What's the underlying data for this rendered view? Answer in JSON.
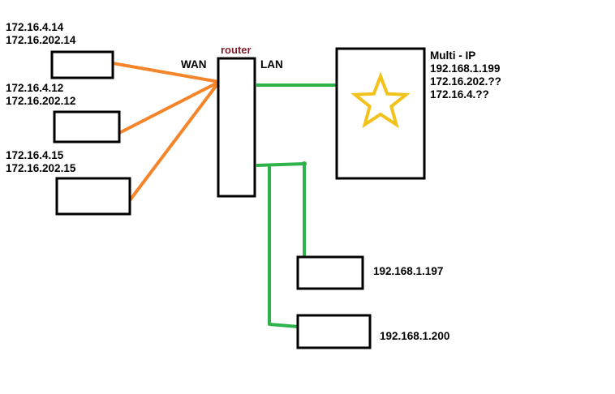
{
  "router": {
    "label": "router",
    "wan_label": "WAN",
    "lan_label": "LAN"
  },
  "colors": {
    "wan_link": "#f5852a",
    "lan_link": "#2eb34b",
    "star": "#f2c21b",
    "router_label": "#7a1f2b"
  },
  "wan_hosts": [
    {
      "ip1": "172.16.4.14",
      "ip2": "172.16.202.14"
    },
    {
      "ip1": "172.16.4.12",
      "ip2": "172.16.202.12"
    },
    {
      "ip1": "172.16.4.15",
      "ip2": "172.16.202.15"
    }
  ],
  "multi_host": {
    "title": "Multi - IP",
    "ips": [
      "192.168.1.199",
      "172.16.202.??",
      "172.16.4.??"
    ],
    "icon": "star-icon"
  },
  "lan_hosts": [
    {
      "ip": "192.168.1.197"
    },
    {
      "ip": "192.168.1.200"
    }
  ]
}
